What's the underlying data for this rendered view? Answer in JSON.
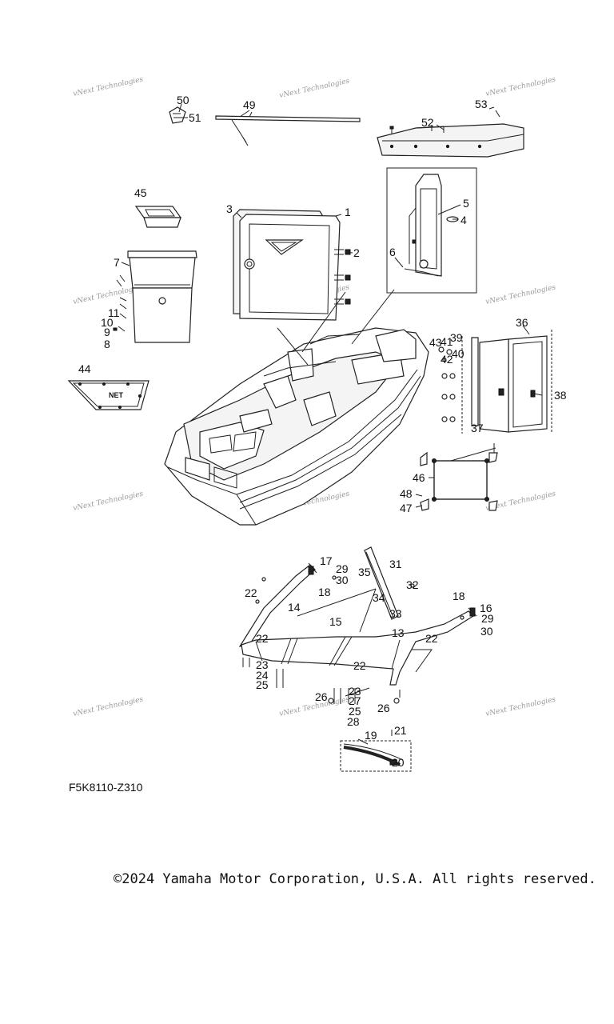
{
  "diagram": {
    "code": "F5K8110-Z310",
    "copyright": "©2024 Yamaha Motor Corporation, U.S.A. All rights reserved.",
    "watermark": "vNext Technologies",
    "net_label": "NET",
    "callouts": {
      "c1": "1",
      "c2": "2",
      "c3": "3",
      "c4": "4",
      "c5": "5",
      "c6": "6",
      "c7": "7",
      "c8": "8",
      "c9": "9",
      "c10": "10",
      "c11": "11",
      "c13": "13",
      "c14": "14",
      "c15": "15",
      "c16": "16",
      "c17": "17",
      "c18": "18",
      "c19": "19",
      "c20": "20",
      "c21": "21",
      "c22": "22",
      "c23": "23",
      "c24": "24",
      "c25": "25",
      "c26": "26",
      "c27": "27",
      "c28": "28",
      "c29": "29",
      "c30": "30",
      "c31": "31",
      "c32": "32",
      "c33": "33",
      "c34": "34",
      "c35": "35",
      "c36": "36",
      "c37": "37",
      "c38": "38",
      "c39": "39",
      "c40": "40",
      "c41": "41",
      "c42": "42",
      "c43": "43",
      "c44": "44",
      "c45": "45",
      "c46": "46",
      "c47": "47",
      "c48": "48",
      "c49": "49",
      "c50": "50",
      "c51": "51",
      "c52": "52",
      "c53": "53"
    }
  }
}
